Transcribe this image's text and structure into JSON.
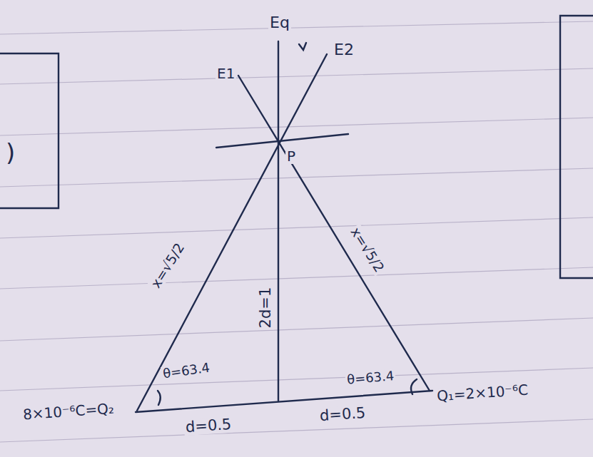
{
  "diagram": {
    "labels": [
      ")",
      "Eq",
      "E1",
      "E2",
      "P",
      "x=√5/2",
      "x=√5/2",
      "2d=1",
      "θ=63.4",
      "θ=63.4",
      "d=0.5",
      "d=0.5",
      "8×10⁻⁶C=Q₂",
      "Q₁=2×10⁻⁶C"
    ]
  }
}
